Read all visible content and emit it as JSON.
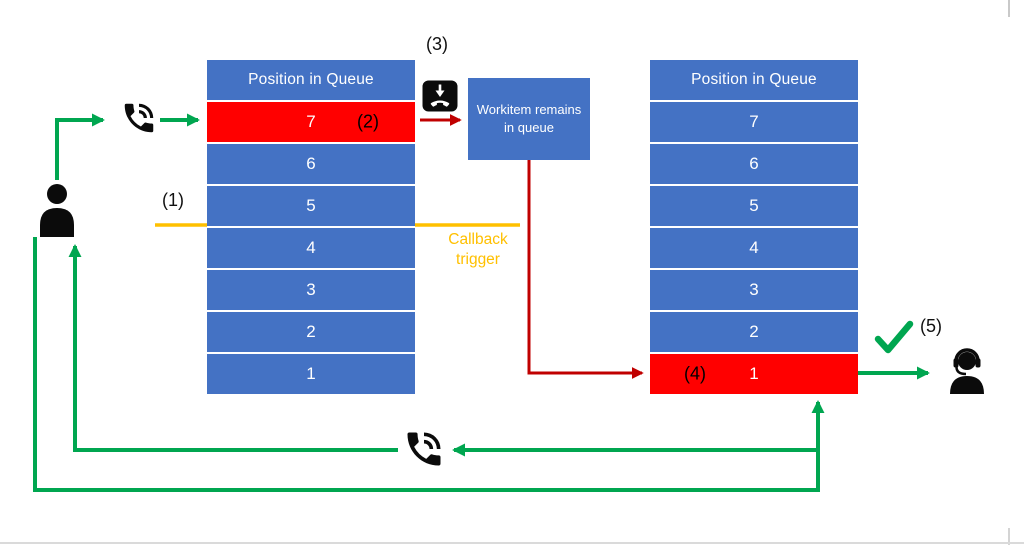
{
  "annotations": {
    "n1": "(1)",
    "n2": "(2)",
    "n3": "(3)",
    "n4": "(4)",
    "n5": "(5)"
  },
  "left_queue": {
    "title": "Position in Queue",
    "rows": [
      "7",
      "6",
      "5",
      "4",
      "3",
      "2",
      "1"
    ],
    "highlighted_position": "7"
  },
  "right_queue": {
    "title": "Position in Queue",
    "rows": [
      "7",
      "6",
      "5",
      "4",
      "3",
      "2",
      "1"
    ],
    "highlighted_position": "1"
  },
  "workitem_box": {
    "text": "Workitem remains in queue"
  },
  "callback_trigger_label": "Callback trigger",
  "icons": {
    "customer": "person-silhouette",
    "ringing_phone": "phone-with-sound-waves",
    "hang_up": "call-end-with-down-arrow",
    "callback_phone": "phone-with-sound-waves",
    "agent": "person-with-headset",
    "success_check": "green-checkmark"
  },
  "colors": {
    "queue_blue": "#4472C4",
    "highlight_red": "#FF0000",
    "arrow_red": "#C00000",
    "flow_green": "#00A650",
    "trigger_orange": "#FFC000"
  }
}
